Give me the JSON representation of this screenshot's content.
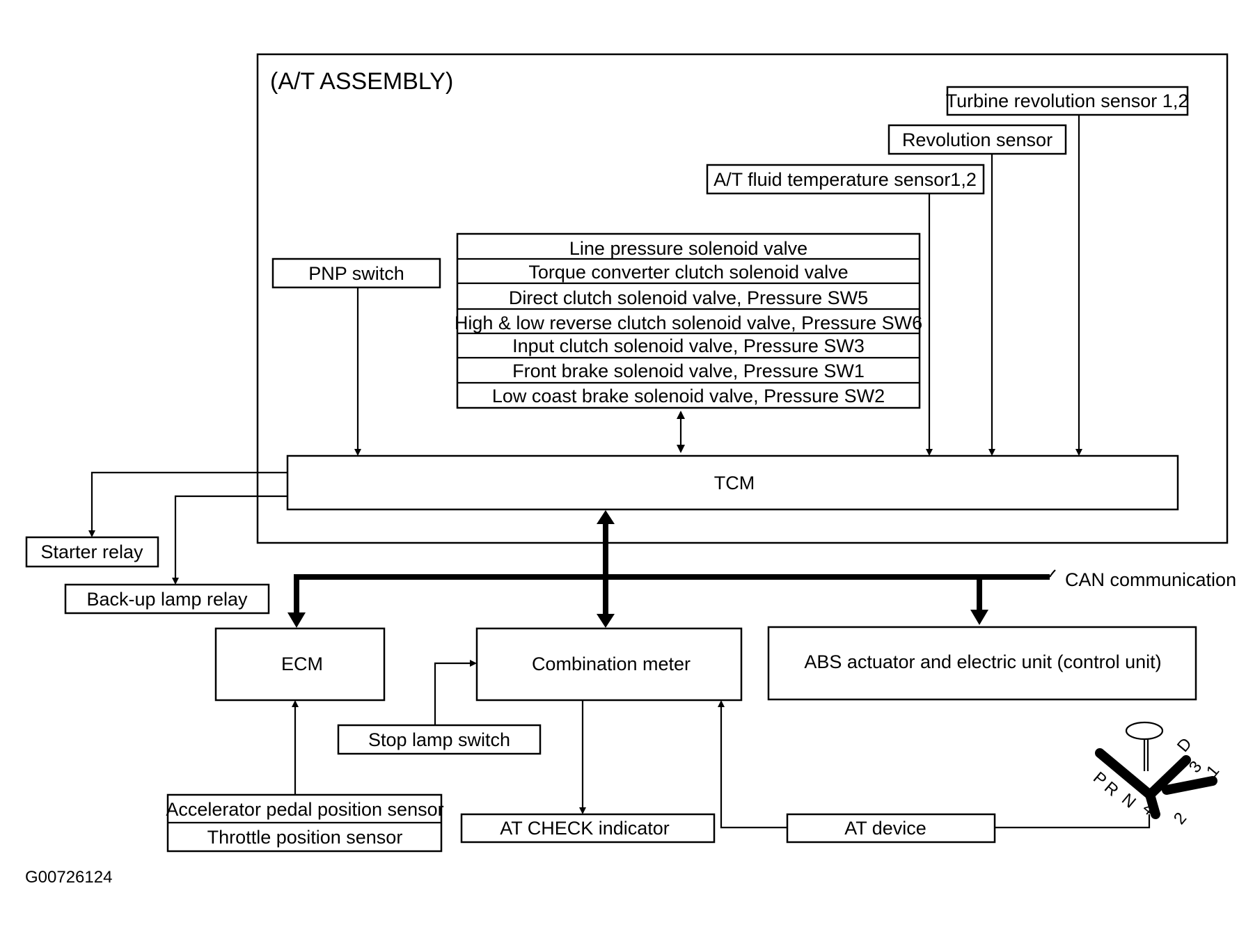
{
  "assembly_title": "(A/T ASSEMBLY)",
  "sensors": {
    "turbine": "Turbine revolution sensor 1,2",
    "revolution": "Revolution sensor",
    "fluid_temp": "A/T fluid temperature sensor1,2",
    "pnp": "PNP switch"
  },
  "valves": [
    "Line pressure solenoid valve",
    "Torque converter clutch solenoid valve",
    "Direct clutch solenoid valve, Pressure SW5",
    "High & low reverse clutch solenoid valve, Pressure SW6",
    "Input clutch solenoid valve, Pressure SW3",
    "Front brake solenoid valve, Pressure SW1",
    "Low coast brake solenoid valve, Pressure SW2"
  ],
  "tcm": "TCM",
  "relays": {
    "starter": "Starter relay",
    "backup": "Back-up lamp relay"
  },
  "can_label": "CAN communication",
  "units": {
    "ecm": "ECM",
    "meter": "Combination meter",
    "abs": "ABS actuator and electric unit (control unit)"
  },
  "inputs": {
    "stop_lamp": "Stop lamp switch",
    "accel": "Accelerator pedal position sensor",
    "throttle": "Throttle position sensor",
    "at_device": "AT device"
  },
  "outputs": {
    "at_check": "AT CHECK indicator"
  },
  "shifter": {
    "positions": [
      "P",
      "R",
      "N",
      "4",
      "D",
      "3",
      "1",
      "2"
    ]
  },
  "figure_id": "G00726124"
}
